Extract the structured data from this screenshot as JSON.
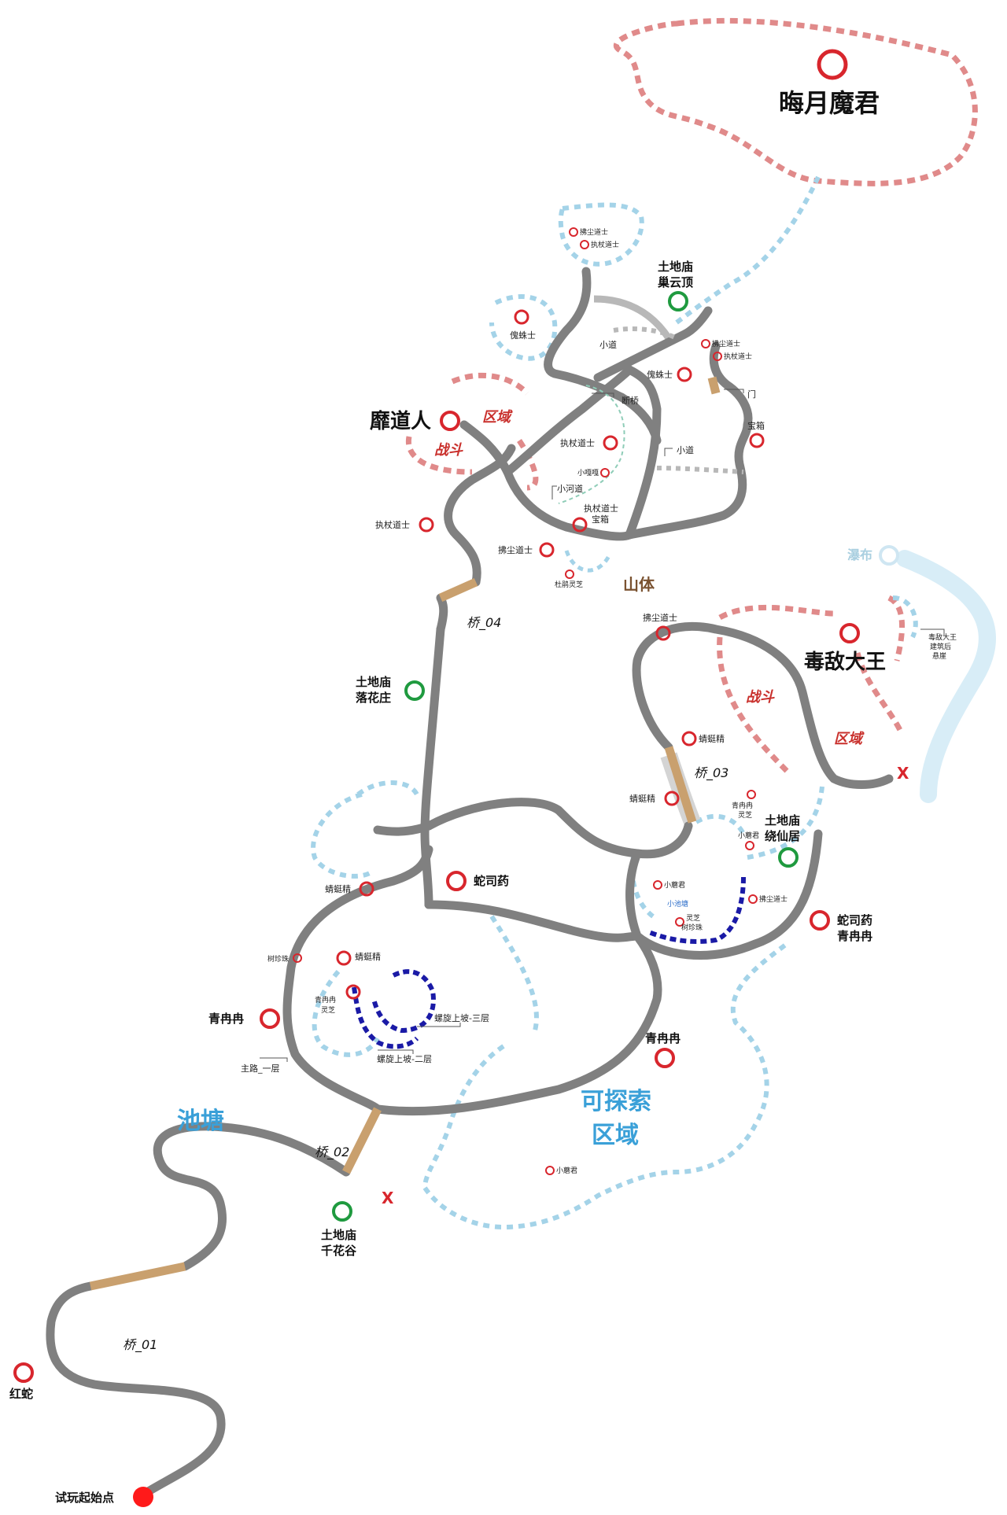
{
  "colors": {
    "road": "#808080",
    "bridge": "#c9a06e",
    "shortcut": "#b8b8b8",
    "boss_zone": "#e08a8a",
    "explore_zone": "#a4d3e8",
    "spiral": "#1a1aa6",
    "waterfall": "#d8edf7",
    "boss_marker": "#d8262d",
    "shrine_marker": "#1f9a3f"
  },
  "bosses": {
    "huiyue": "晦月魔君",
    "midao": "靡道人",
    "dudi": "毒敌大王",
    "hongshe": "红蛇"
  },
  "start_label": "试玩起始点",
  "shrines": {
    "chaoyun": [
      "土地庙",
      "巢云顶"
    ],
    "luohua": [
      "土地庙",
      "落花庄"
    ],
    "raoxian": [
      "土地庙",
      "绕仙居"
    ],
    "qianhua": [
      "土地庙",
      "千花谷"
    ]
  },
  "bridges": [
    "桥_01",
    "桥_02",
    "桥_03",
    "桥_04"
  ],
  "zones": {
    "pond": "池塘",
    "mountain": "山体",
    "explore": [
      "可探索",
      "区域"
    ],
    "waterfall": "瀑布",
    "battle": "战斗",
    "area": "区域"
  },
  "enemies": {
    "fuchen": "拂尘道士",
    "zhizhang": "执杖道士",
    "kuilei": "傀蛛士",
    "qingting": "蜻蜓精",
    "qingranran": "青冉冉",
    "shesiyao": "蛇司药",
    "baoxiang": "宝箱",
    "xiaomo": "小蘑君",
    "xiaogaga": "小嘎嘎",
    "zhizhang_bx": [
      "执杖道士",
      "宝箱"
    ],
    "dujuan": "杜鹃灵芝",
    "qing_lz": [
      "青冉冉",
      "灵芝"
    ],
    "lz_szz": [
      "灵芝",
      "树珍珠"
    ],
    "shuzhenzhu": "树珍珠",
    "shesiyao_q": [
      "蛇司药",
      "青冉冉"
    ]
  },
  "paths": {
    "xiaodao": "小道",
    "duanqiao": "断桥",
    "xiaohedao": "小河道",
    "men": "门",
    "xiaochitang": "小池塘",
    "spiral3": "螺旋上坡-三层",
    "spiral2": "螺旋上坡-二层",
    "mainroad1": "主路_一层",
    "dudi_note": [
      "毒敌大王",
      "建筑后",
      "悬崖"
    ]
  },
  "dead_end": "X"
}
